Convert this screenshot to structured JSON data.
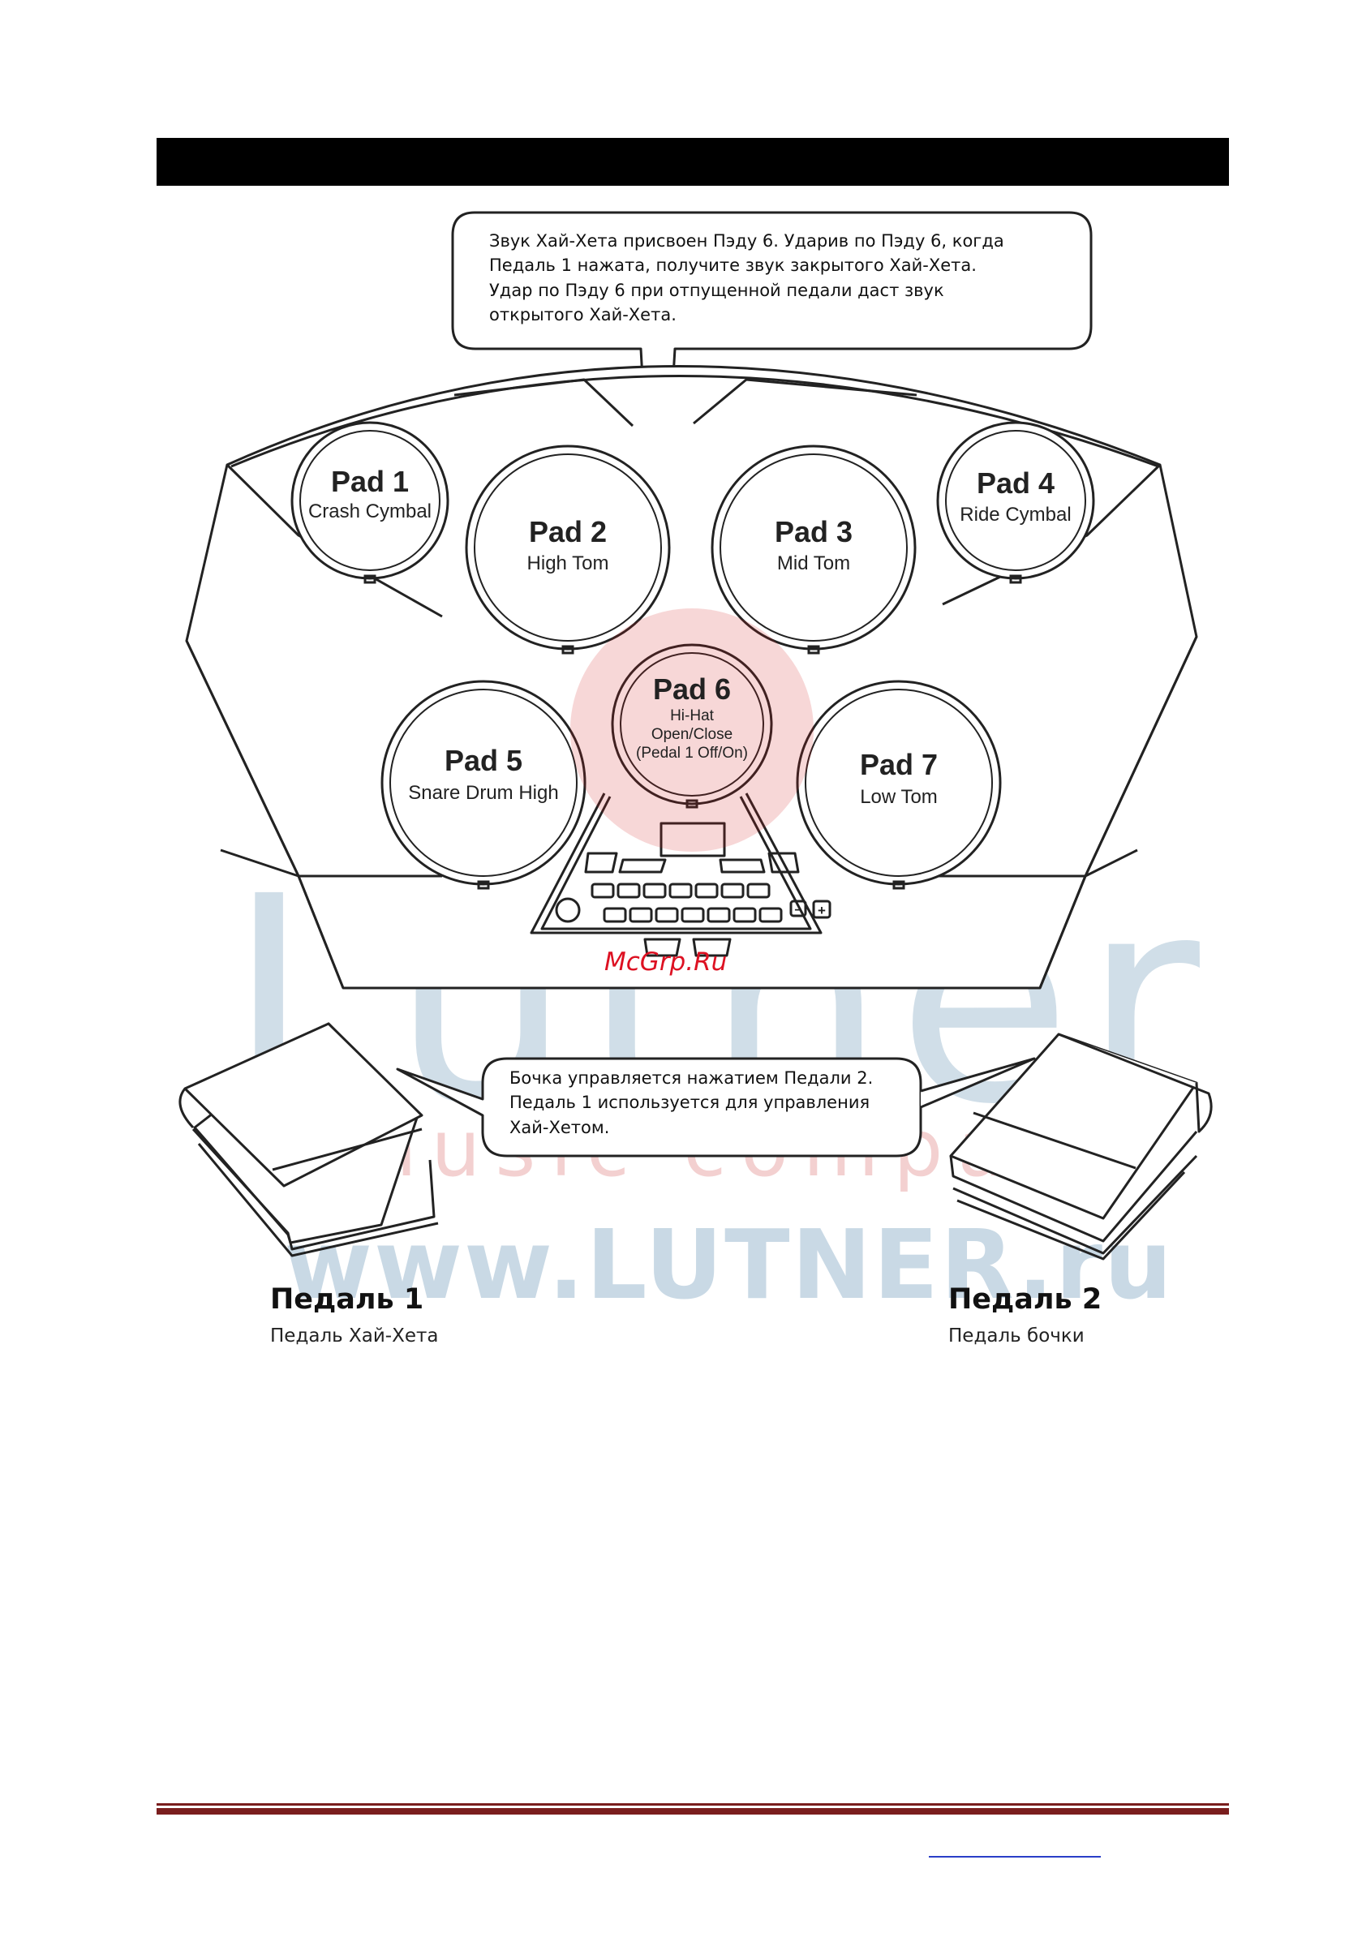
{
  "callout_top": {
    "line1": "Звук Хай-Хета присвоен Пэду 6. Ударив по Пэду 6, когда",
    "line2": "Педаль 1 нажата, получите звук закрытого Хай-Хета.",
    "line3": "Удар по Пэду 6 при отпущенной педали даст звук",
    "line4": "открытого Хай-Хета."
  },
  "callout_bottom": {
    "line1": "Бочка управляется нажатием Педали 2.",
    "line2": "Педаль 1 используется для управления",
    "line3": "Хай-Хетом."
  },
  "pads": {
    "pad1": {
      "name": "Pad 1",
      "sound": "Crash Cymbal"
    },
    "pad2": {
      "name": "Pad 2",
      "sound": "High Tom"
    },
    "pad3": {
      "name": "Pad 3",
      "sound": "Mid Tom"
    },
    "pad4": {
      "name": "Pad 4",
      "sound": "Ride Cymbal"
    },
    "pad5": {
      "name": "Pad 5",
      "sound": "Snare Drum High"
    },
    "pad6": {
      "name": "Pad 6",
      "sound": "Hi-Hat",
      "line2": "Open/Close",
      "line3": "(Pedal 1 Off/On)"
    },
    "pad7": {
      "name": "Pad 7",
      "sound": "Low Tom"
    }
  },
  "control_panel": {
    "minus_label": "−",
    "plus_label": "+"
  },
  "pedal1": {
    "title": "Педаль 1",
    "subtitle": "Педаль Хай-Хета"
  },
  "pedal2": {
    "title": "Педаль 2",
    "subtitle": "Педаль бочки"
  },
  "watermark": {
    "brand": "Lutner",
    "tagline": "music company",
    "url": "www.LUTNER.ru",
    "source": "McGrp.Ru"
  },
  "colors": {
    "header_bar": "#000000",
    "footer_rule": "#7a1e1e",
    "footer_link": "#2a3ec8",
    "watermark_blue": "#78a0be",
    "watermark_red": "#dc7878",
    "watermark_logo_red": "#d12222"
  }
}
